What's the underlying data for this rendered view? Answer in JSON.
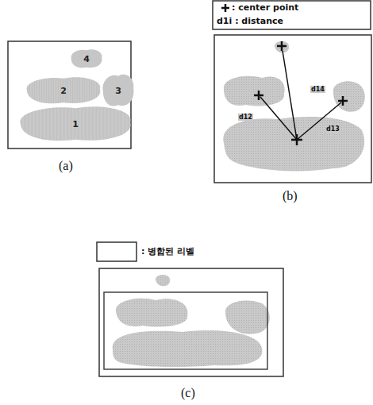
{
  "diagram": {
    "nodes": [
      {
        "text": [
          "4"
        ]
      },
      {
        "text": [
          "2"
        ]
      },
      {
        "text": [
          "3"
        ]
      },
      {
        "text": [
          "1"
        ]
      }
    ],
    "labels": [
      "d14",
      "d12",
      "d13",
      "(a)",
      "(b)",
      "(c)"
    ],
    "legend": [
      {
        "text": ": center point"
      },
      {
        "text": "d1i : distance"
      },
      {
        "text": ": 병합된 리벨"
      }
    ]
  }
}
